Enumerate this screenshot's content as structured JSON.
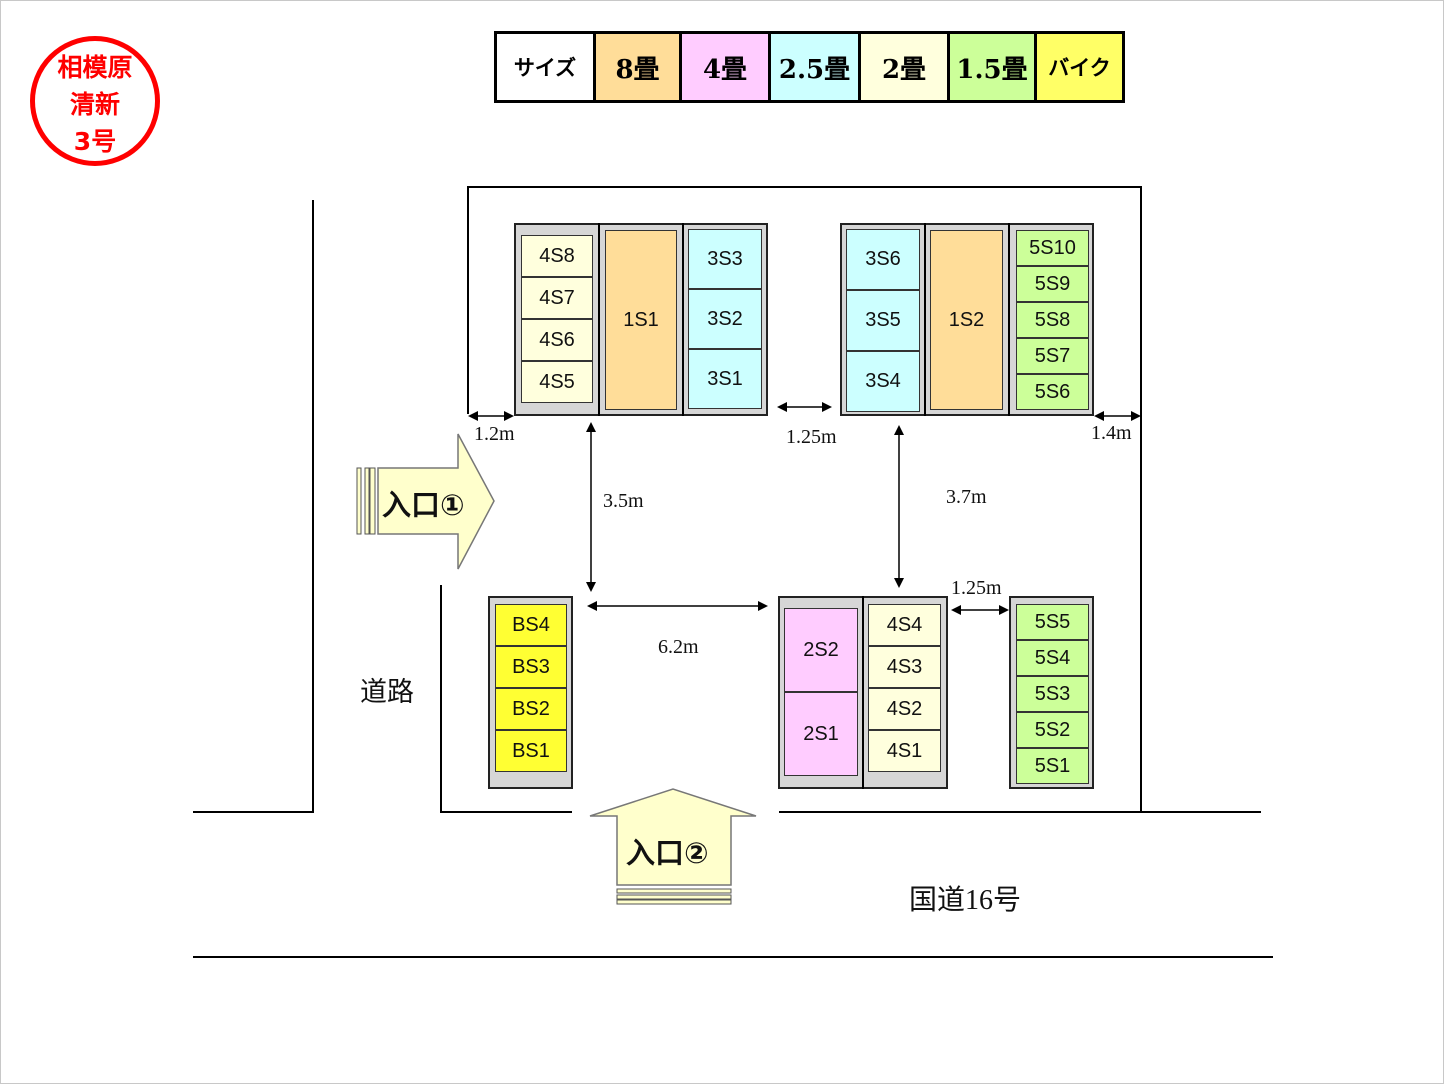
{
  "stamp": {
    "line1": "相模原",
    "line2": "清新",
    "line3": "3号",
    "color": "#ff0000"
  },
  "legend": [
    {
      "label": "サイズ",
      "color": "#ffffff"
    },
    {
      "label": "8畳",
      "color": "#ffdd99"
    },
    {
      "label": "4畳",
      "color": "#ffccff"
    },
    {
      "label": "2.5畳",
      "color": "#ccffff"
    },
    {
      "label": "2畳",
      "color": "#ffffdd"
    },
    {
      "label": "1.5畳",
      "color": "#ccff99"
    },
    {
      "label": "バイク",
      "color": "#ffff66"
    }
  ],
  "units": {
    "u4S8": "4S8",
    "u4S7": "4S7",
    "u4S6": "4S6",
    "u4S5": "4S5",
    "u1S1": "1S1",
    "u3S3": "3S3",
    "u3S2": "3S2",
    "u3S1": "3S1",
    "u3S6": "3S6",
    "u3S5": "3S5",
    "u3S4": "3S4",
    "u1S2": "1S2",
    "u5S10": "5S10",
    "u5S9": "5S9",
    "u5S8": "5S8",
    "u5S7": "5S7",
    "u5S6": "5S6",
    "uBS4": "BS4",
    "uBS3": "BS3",
    "uBS2": "BS2",
    "uBS1": "BS1",
    "u2S2": "2S2",
    "u2S1": "2S1",
    "u4S4": "4S4",
    "u4S3": "4S3",
    "u4S2": "4S2",
    "u4S1": "4S1",
    "u5S5": "5S5",
    "u5S4": "5S4",
    "u5S3": "5S3",
    "u5S2": "5S2",
    "u5S1": "5S1"
  },
  "dimensions": {
    "d1": "1.2m",
    "d2": "1.25m",
    "d3": "1.4m",
    "d4": "3.5m",
    "d5": "3.7m",
    "d6": "1.25m",
    "d7": "6.2m"
  },
  "entrances": {
    "e1": "入口①",
    "e2": "入口②",
    "arrow_color": "#ffffcc"
  },
  "roads": {
    "side": "道路",
    "national": "国道16号"
  }
}
